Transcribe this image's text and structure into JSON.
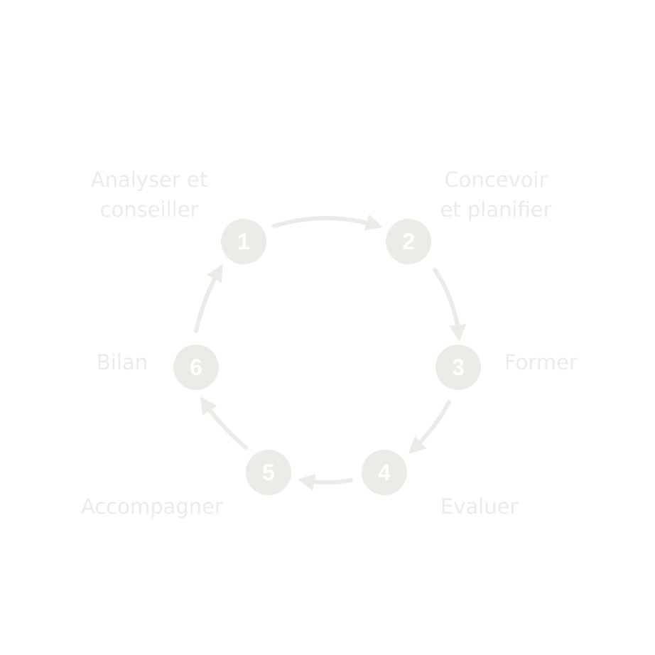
{
  "colors": {
    "node_fill": "#ecebe6",
    "node_text": "#ffffff",
    "label": "#ecebe6",
    "arrow": "#ecebe6"
  },
  "steps": [
    {
      "number": "1",
      "label_lines": [
        "Analyser et",
        "conseiller"
      ]
    },
    {
      "number": "2",
      "label_lines": [
        "Concevoir",
        "et planifier"
      ]
    },
    {
      "number": "3",
      "label_lines": [
        "Former"
      ]
    },
    {
      "number": "4",
      "label_lines": [
        "Evaluer"
      ]
    },
    {
      "number": "5",
      "label_lines": [
        "Accompagner"
      ]
    },
    {
      "number": "6",
      "label_lines": [
        "Bilan"
      ]
    }
  ]
}
